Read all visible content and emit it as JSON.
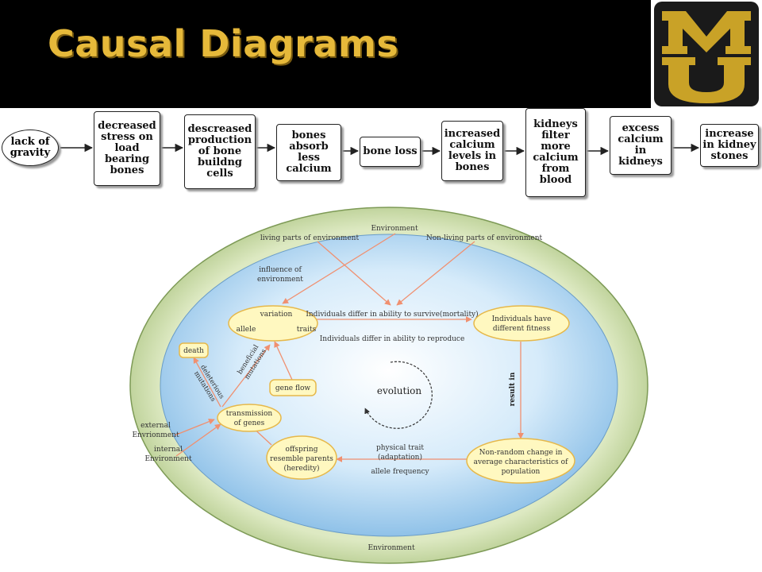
{
  "slide": {
    "title": "Causal Diagrams",
    "colors": {
      "header_bg": "#000000",
      "title_gold": "#e6b93a",
      "logo_gold": "#c9a227",
      "logo_dark": "#1a1a1a"
    }
  },
  "logo": {
    "letters": "MU",
    "icon": "university-logo"
  },
  "causal_chain": {
    "start": "lack of\ngravity",
    "steps": [
      "decreased\nstress on\nload\nbearing\nbones",
      "descreased\nproduction\nof bone\nbuildng\ncells",
      "bones\nabsorb\nless\ncalcium",
      "bone loss",
      "increased\ncalcium\nlevels in\nbones",
      "kidneys\nfilter\nmore\ncalcium\nfrom\nblood",
      "excess\ncalcium\nin\nkidneys",
      "increase\nin kidney\nstones"
    ]
  },
  "evolution_diagram": {
    "colors": {
      "outer_ring": "#b3cb8a",
      "inner_blue": "#8fc4ea",
      "node_fill": "#fff8c0",
      "node_stroke": "#e6b84a",
      "arrow": "#f09070"
    },
    "labels": {
      "env_top": "Environment",
      "env_bottom": "Environment",
      "living": "living parts of environment",
      "non_living": "Non-living parts of environment",
      "influence_line1": "influence of",
      "influence_line2": "environment",
      "variation": "variation",
      "allele": "allele",
      "traits": "traits",
      "differ_survive": "Individuals differ in ability to survive(mortality)",
      "differ_reproduce": "Individuals differ in ability to reproduce",
      "fitness_line1": "Individuals have",
      "fitness_line2": "different fitness",
      "death": "death",
      "beneficial_line1": "beneficial",
      "beneficial_line2": "mutations",
      "deleterious_line1": "deleterious",
      "deleterious_line2": "mutations",
      "gene_flow": "gene flow",
      "evolution": "evolution",
      "result_in": "result in",
      "transmission_line1": "transmission",
      "transmission_line2": "of genes",
      "external_line1": "external",
      "external_line2": "Envrionment",
      "internal_line1": "internal",
      "internal_line2": "Environment",
      "offspring_line1": "offspring",
      "offspring_line2": "resemble parents",
      "offspring_line3": "(heredity)",
      "physical_line1": "physical trait",
      "physical_line2": "(adaptation)",
      "allele_frequency": "allele frequency",
      "nonrandom_line1": "Non-random change in",
      "nonrandom_line2": "average characteristics of",
      "nonrandom_line3": "population"
    }
  }
}
